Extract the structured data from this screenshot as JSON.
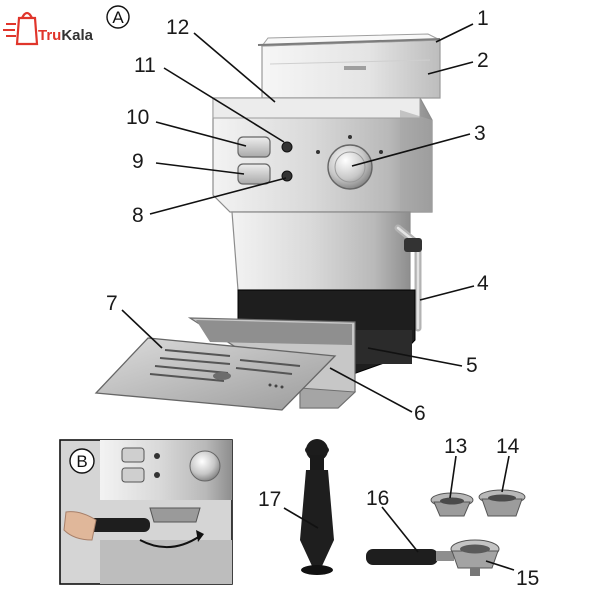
{
  "brand": {
    "name_part1": "Tru",
    "name_part2": "Kala",
    "color": "#e0352b"
  },
  "panel_a": {
    "mark": "A"
  },
  "panel_b": {
    "mark": "B"
  },
  "colors": {
    "steel_light": "#e6e6e6",
    "steel_dark": "#8a8a8a",
    "black_base": "#1e1e1e",
    "brand_red": "#e0352b"
  },
  "callouts": [
    {
      "id": "1",
      "label": "1"
    },
    {
      "id": "2",
      "label": "2"
    },
    {
      "id": "3",
      "label": "3"
    },
    {
      "id": "4",
      "label": "4"
    },
    {
      "id": "5",
      "label": "5"
    },
    {
      "id": "6",
      "label": "6"
    },
    {
      "id": "7",
      "label": "7"
    },
    {
      "id": "8",
      "label": "8"
    },
    {
      "id": "9",
      "label": "9"
    },
    {
      "id": "10",
      "label": "10"
    },
    {
      "id": "11",
      "label": "11"
    },
    {
      "id": "12",
      "label": "12"
    },
    {
      "id": "13",
      "label": "13"
    },
    {
      "id": "14",
      "label": "14"
    },
    {
      "id": "15",
      "label": "15"
    },
    {
      "id": "16",
      "label": "16"
    },
    {
      "id": "17",
      "label": "17"
    }
  ]
}
